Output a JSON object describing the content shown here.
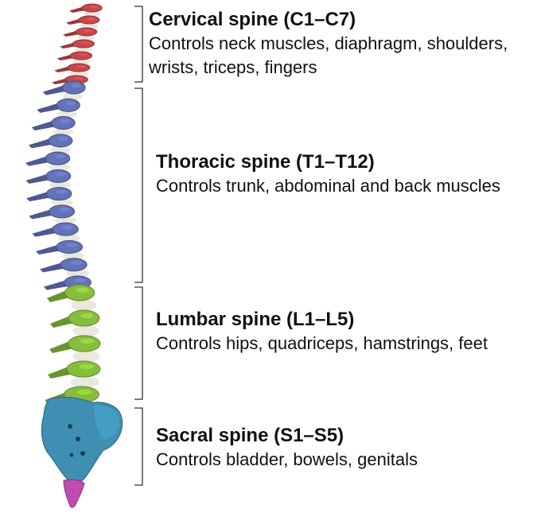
{
  "regions": [
    {
      "title": "Cervical spine (C1–C7)",
      "description": "Controls neck muscles, diaphragm, shoulders, wrists, triceps, fingers",
      "color": "#c8474a"
    },
    {
      "title": "Thoracic spine (T1–T12)",
      "description": "Controls trunk, abdominal and back muscles",
      "color": "#6472b8"
    },
    {
      "title": "Lumbar spine (L1–L5)",
      "description": "Controls hips, quadriceps, hamstrings, feet",
      "color": "#86be3c"
    },
    {
      "title": "Sacral spine (S1–S5)",
      "description": "Controls bladder, bowels, genitals",
      "color": "#3f8fb3"
    }
  ],
  "coccyx_color": "#c24bb0",
  "disc_color": "#e8e8df",
  "bracket_color": "#333333"
}
